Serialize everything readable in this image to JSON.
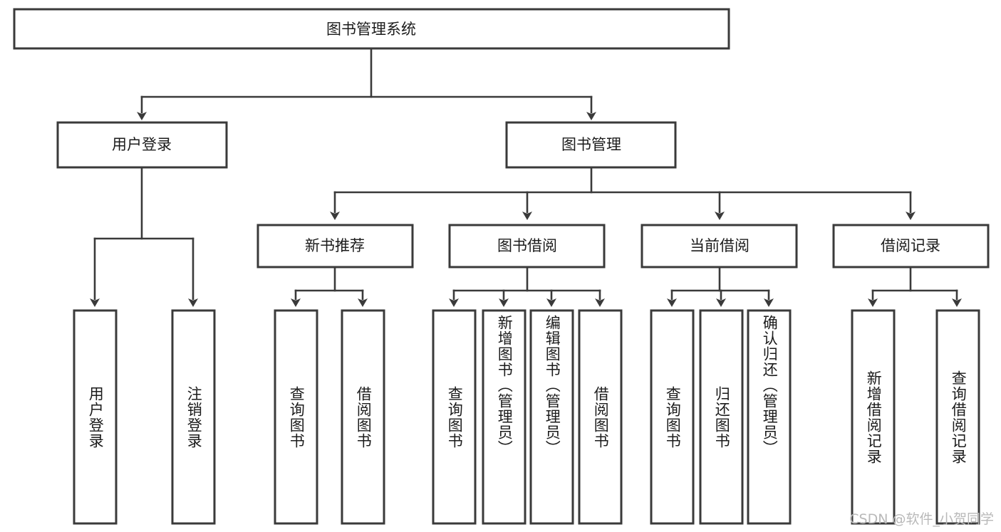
{
  "diagram": {
    "title": "图书管理系统",
    "type": "tree",
    "watermark": "CSDN @软件_小贺同学",
    "colors": {
      "stroke": "#3a3a3a",
      "fill": "#ffffff",
      "text": "#1b1b1b",
      "watermark": "#b9b9b9",
      "background": "#ffffff"
    },
    "root": {
      "label": "图书管理系统",
      "level": 1
    },
    "level2": [
      {
        "label": "用户登录"
      },
      {
        "label": "图书管理"
      }
    ],
    "level3": [
      {
        "label": "新书推荐"
      },
      {
        "label": "图书借阅"
      },
      {
        "label": "当前借阅"
      },
      {
        "label": "借阅记录"
      }
    ],
    "leaves": {
      "user_login": [
        {
          "label": "用户登录"
        },
        {
          "label": "注销登录"
        }
      ],
      "new_book_recommend": [
        {
          "label": "查询图书"
        },
        {
          "label": "借阅图书"
        }
      ],
      "book_borrow": [
        {
          "label": "查询图书"
        },
        {
          "label": "新增图书（管理员）"
        },
        {
          "label": "编辑图书（管理员）"
        },
        {
          "label": "借阅图书"
        }
      ],
      "current_borrow": [
        {
          "label": "查询图书"
        },
        {
          "label": "归还图书"
        },
        {
          "label": "确认归还（管理员）"
        }
      ],
      "borrow_record": [
        {
          "label": "新增借阅记录"
        },
        {
          "label": "查询借阅记录"
        }
      ]
    }
  }
}
